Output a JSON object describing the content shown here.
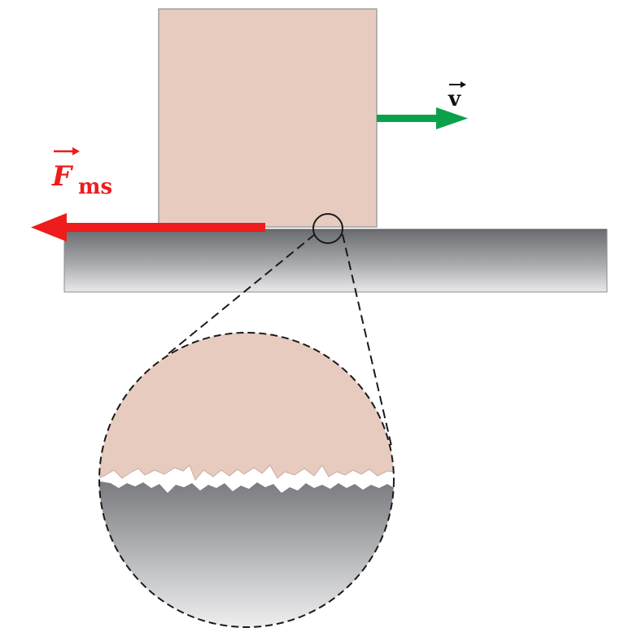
{
  "labels": {
    "velocity_symbol": "v",
    "friction_symbol": "F",
    "friction_subscript": "ms"
  },
  "colors": {
    "block": "#e8cbbf",
    "block_edge": "#a0a0a0",
    "friction_arrow": "#ee1c1c",
    "velocity_arrow": "#0aa14b",
    "surface_dark": "#6f7074",
    "surface_light": "#f2f2f2",
    "dashed_outline": "#1a1a1a"
  },
  "icons": {
    "velocity_arrow": "arrow-right-icon",
    "friction_arrow": "arrow-left-icon",
    "magnifier": "zoom-circle-icon"
  }
}
